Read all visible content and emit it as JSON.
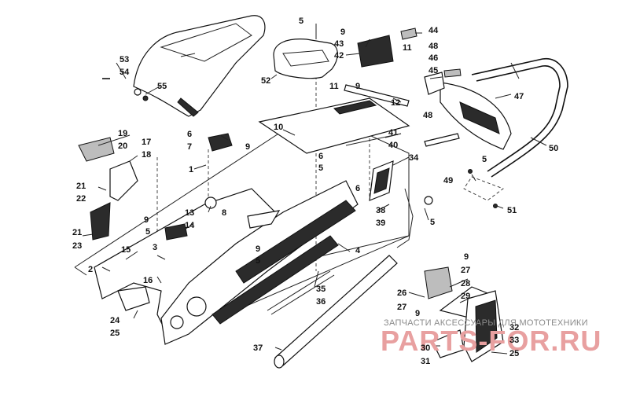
{
  "labels": {
    "l1": "1",
    "l2": "2",
    "l3": "3",
    "l4": "4",
    "l5a": "5",
    "l5b": "5",
    "l5c": "5",
    "l5d": "5",
    "l5e": "5",
    "l6a": "6",
    "l6b": "6",
    "l6c": "6",
    "l7": "7",
    "l8": "8",
    "l9a": "9",
    "l9b": "9",
    "l9c": "9",
    "l9d": "9",
    "l9e": "9",
    "l9f": "9",
    "l9g": "9",
    "l10": "10",
    "l11a": "11",
    "l11b": "11",
    "l12": "12",
    "l13": "13",
    "l14": "14",
    "l15": "15",
    "l16": "16",
    "l17": "17",
    "l18": "18",
    "l19": "19",
    "l20": "20",
    "l21a": "21",
    "l21b": "21",
    "l22": "22",
    "l23": "23",
    "l24": "24",
    "l25a": "25",
    "l25b": "25",
    "l26": "26",
    "l27a": "27",
    "l27b": "27",
    "l28": "28",
    "l29": "29",
    "l30": "30",
    "l31": "31",
    "l32": "32",
    "l33": "33",
    "l34": "34",
    "l35": "35",
    "l36": "36",
    "l37": "37",
    "l38": "38",
    "l39": "39",
    "l40": "40",
    "l41": "41",
    "l42": "42",
    "l43": "43",
    "l44": "44",
    "l45": "45",
    "l46": "46",
    "l47": "47",
    "l48a": "48",
    "l48b": "48",
    "l49": "49",
    "l50": "50",
    "l51": "51",
    "l52": "52",
    "l53": "53",
    "l54": "54",
    "l55": "55"
  },
  "watermark": {
    "top_text": "ЗАПЧАСТИ АКСЕССУАРЫ ДЛЯ МОТОТЕХНИКИ",
    "logo_text": "PARTS-FOR.RU"
  },
  "colors": {
    "line": "#111111",
    "watermark_logo": "#e8a0a0",
    "watermark_text": "#8a8a8a"
  }
}
